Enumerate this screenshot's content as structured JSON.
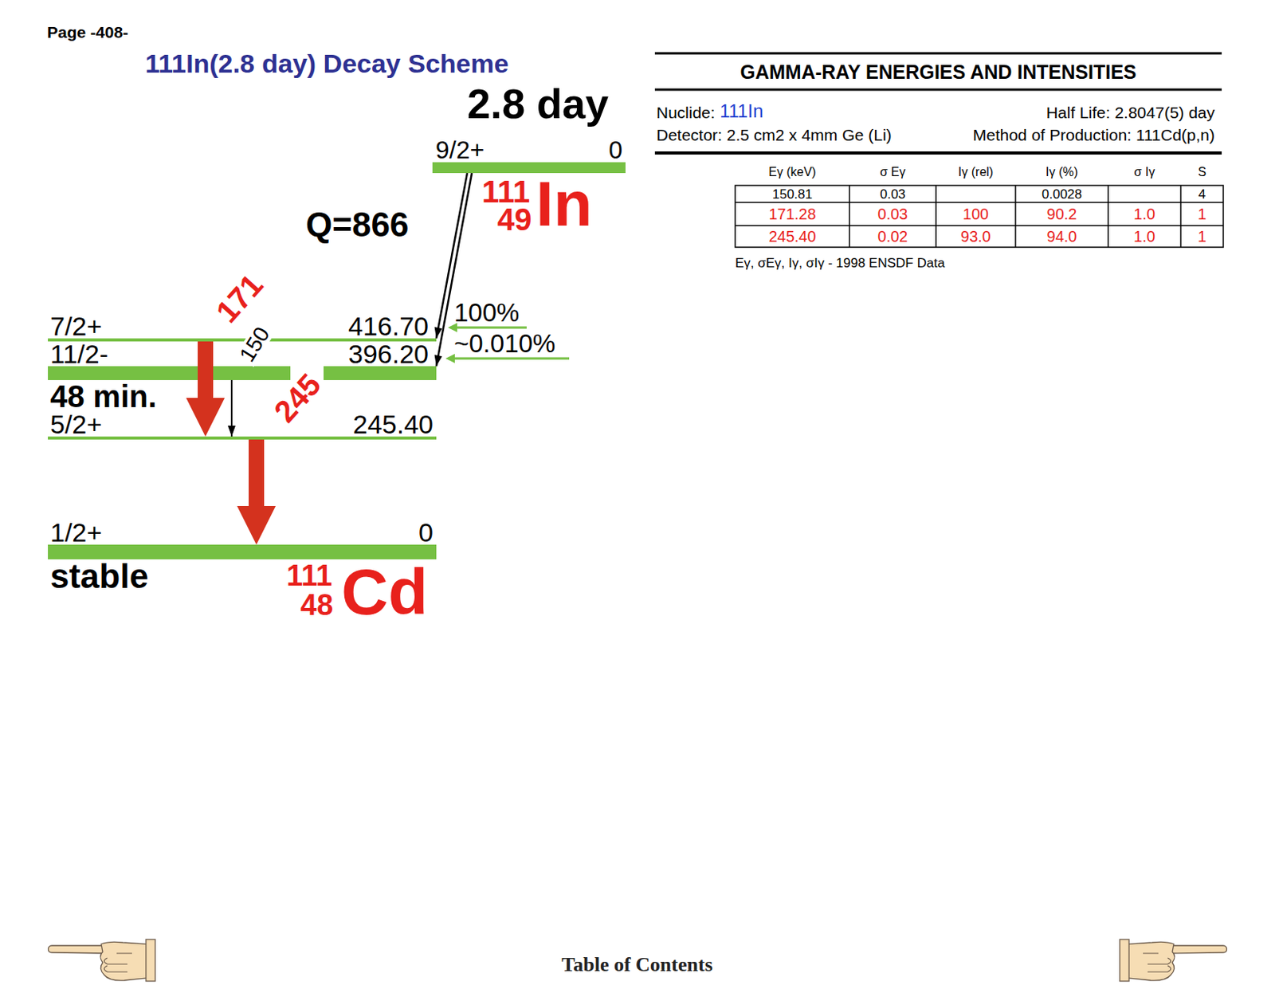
{
  "diagram": {
    "title": "111In(2.8 day) Decay Scheme",
    "nodes": [
      {
        "text": [
          "2.8 day",
          "9/2+",
          "0",
          "111",
          "49",
          "In"
        ]
      },
      {
        "text": [
          "7/2+",
          "416.70"
        ]
      },
      {
        "text": [
          "11/2-",
          "396.20",
          "48 min."
        ]
      },
      {
        "text": [
          "5/2+",
          "245.40"
        ]
      },
      {
        "text": [
          "1/2+",
          "0",
          "stable",
          "111",
          "48",
          "Cd"
        ]
      }
    ],
    "edges": [
      {
        "from": 0,
        "to": 1,
        "arrow": "to",
        "label": "100%"
      },
      {
        "from": 0,
        "to": 2,
        "arrow": "to",
        "label": "~0.010%"
      },
      {
        "from": 1,
        "to": 3,
        "arrow": "to",
        "label": "171"
      },
      {
        "from": 2,
        "to": 3,
        "arrow": "to",
        "label": "150"
      },
      {
        "from": 3,
        "to": 4,
        "arrow": "to",
        "label": "245"
      }
    ],
    "labels": [
      "Page -408-",
      "Q=866",
      "GAMMA-RAY ENERGIES AND INTENSITIES",
      "Nuclide:",
      "111In",
      "Half Life: 2.8047(5) day",
      "Detector: 2.5 cm2 x 4mm Ge (Li)",
      "Method of Production: 111Cd(p,n)",
      "Eγ (keV)",
      "σ Eγ",
      "Iγ (rel)",
      "Iγ (%)",
      "σ Iγ",
      "S",
      "150.81",
      "0.03",
      "0.0028",
      "4",
      "171.28",
      "0.03",
      "100",
      "90.2",
      "1.0",
      "1",
      "245.40",
      "0.02",
      "93.0",
      "94.0",
      "1.0",
      "1",
      "Eγ, σEγ, Iγ, σIγ - 1998 ENSDF Data",
      "Table of Contents"
    ]
  }
}
